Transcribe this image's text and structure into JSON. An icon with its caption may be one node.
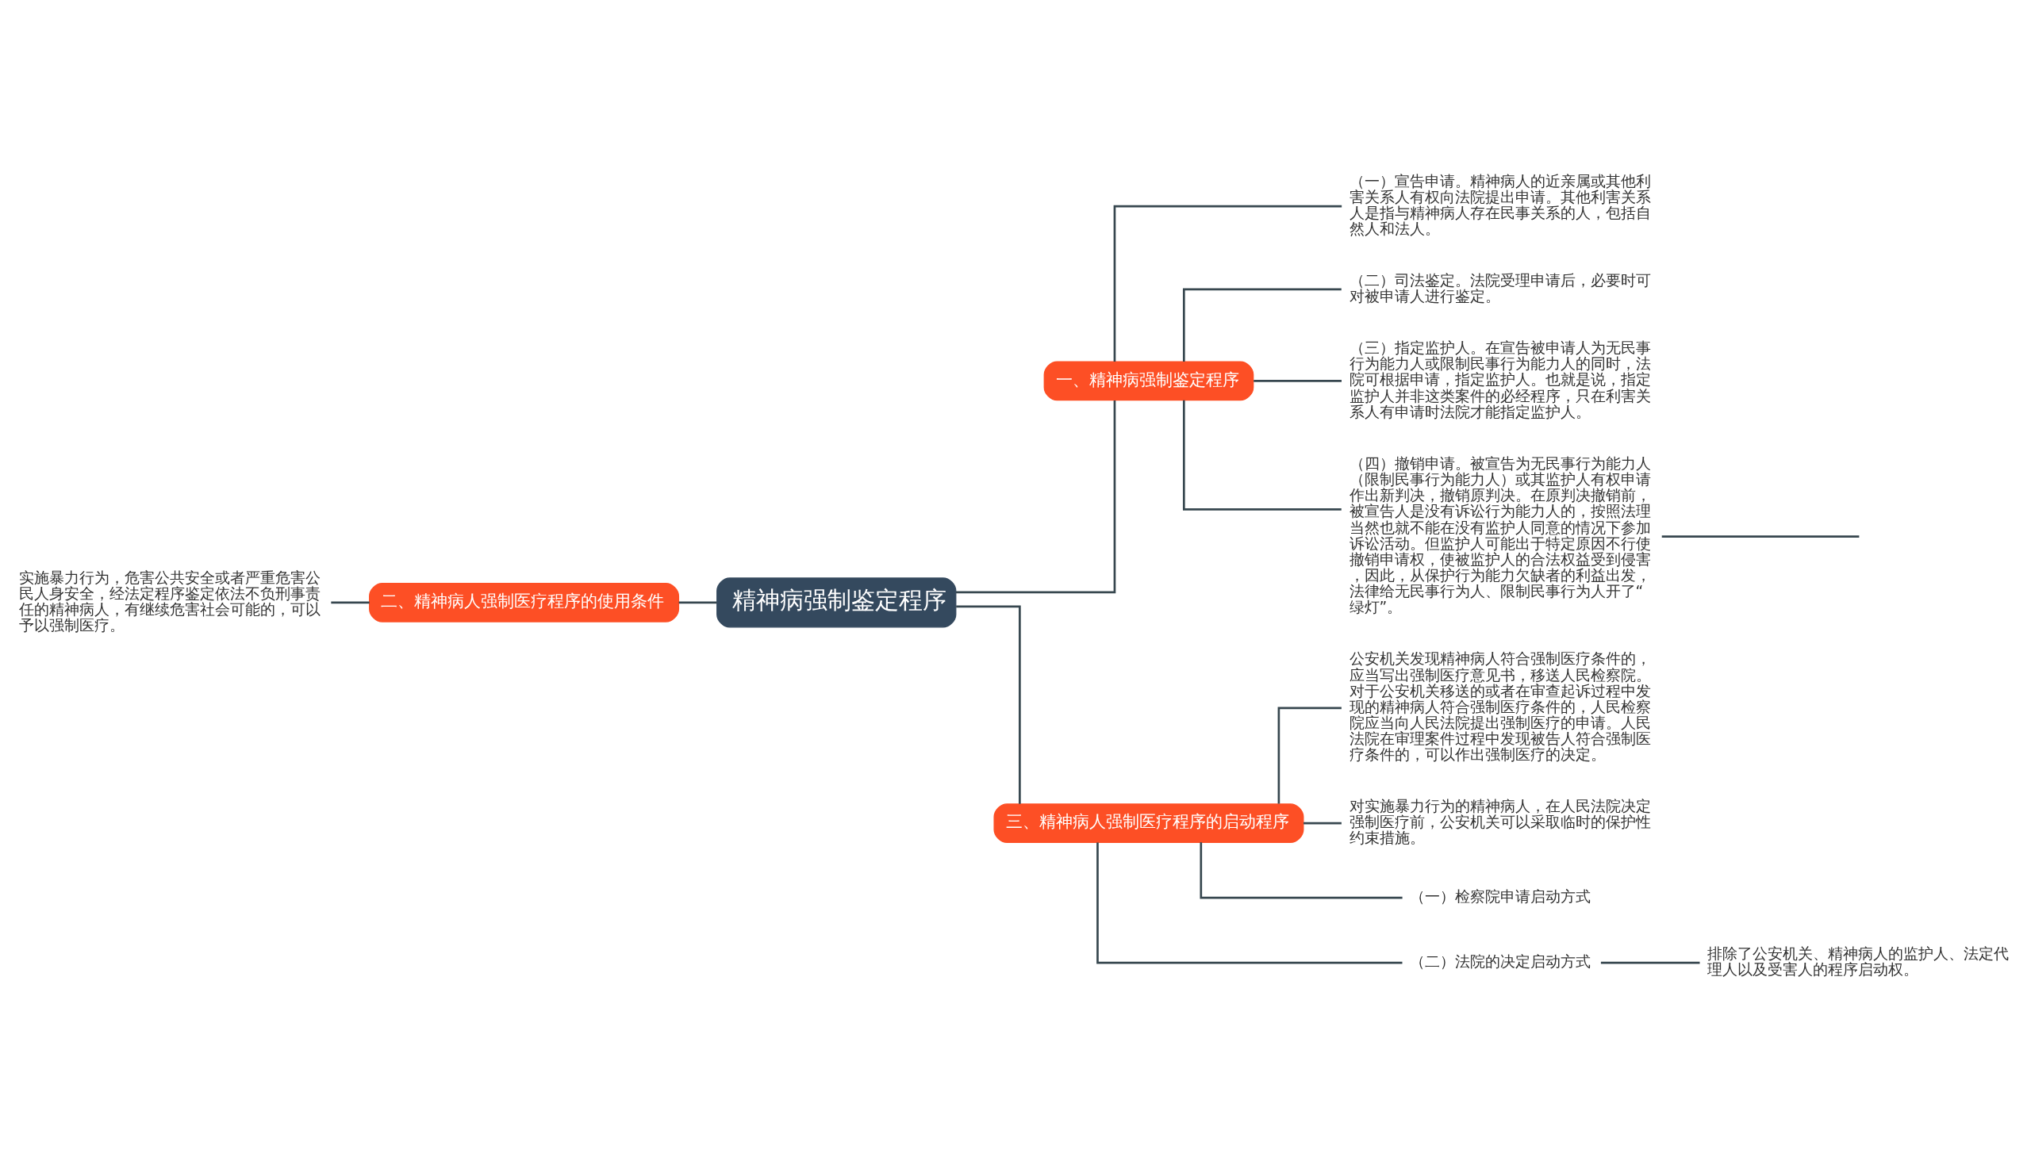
{
  "diagram": {
    "nodes": [
      {
        "text": [
          "精神病强制鉴定程序"
        ]
      },
      {
        "text": [
          "一、精神病强制鉴定程序"
        ]
      },
      {
        "text": [
          "（一）宣告申请。精神病人的近亲属或其他利害关系人有权向法院提出申请。其他利害关系人是指与精神病人存在民事关系的人，包括自然人和法人。"
        ]
      },
      {
        "text": [
          "（二）司法鉴定。法院受理申请后，必要时可对被申请人进行鉴定。"
        ]
      },
      {
        "text": [
          "（三）指定监护人。在宣告被申请人为无民事行为能力人或限制民事行为能力人的同时，法院可根据申请，指定监护人。也就是说，指定监护人并非这类案件的必经程序，只在利害关系人有申请时法院才能指定监护人。"
        ]
      },
      {
        "text": [
          "（四）撤销申请。被宣告为无民事行为能力人（限制民事行为能力人）或其监护人有权申请作出新判决，撤销原判决。在原判决撤销前，被宣告人是没有诉讼行为能力人的，按照法理当然也就不能在没有监护人同意的情况下参加诉讼活动。但监护人可能出于特定原因不行使撤销申请权，使被监护人的合法权益受到侵害，因此，从保护行为能力欠缺者的利益出发，法律给无民事行为人、限制民事行为人开了“绿灯”。"
        ]
      },
      {
        "text": [
          "二、精神病人强制医疗程序的使用条件"
        ]
      },
      {
        "text": [
          "实施暴力行为，危害公共安全或者严重危害公民人身安全，经法定程序鉴定依法不负刑事责任的精神病人，有继续危害社会可能的，可以予以强制医疗。"
        ]
      },
      {
        "text": [
          "三、精神病人强制医疗程序的启动程序"
        ]
      },
      {
        "text": [
          "公安机关发现精神病人符合强制医疗条件的，应当写出强制医疗意见书，移送人民检察院。对于公安机关移送的或者在审查起诉过程中发现的精神病人符合强制医疗条件的，人民检察院应当向人民法院提出强制医疗的申请。人民法院在审理案件过程中发现被告人符合强制医疗条件的，可以作出强制医疗的决定。"
        ]
      },
      {
        "text": [
          "对实施暴力行为的精神病人，在人民法院决定强制医疗前，公安机关可以采取临时的保护性约束措施。"
        ]
      },
      {
        "text": [
          "（一）检察院申请启动方式"
        ]
      },
      {
        "text": [
          "（二）法院的决定启动方式"
        ]
      },
      {
        "text": [
          "排除了公安机关、精神病人的监护人、法定代理人以及受害人的程序启动权。"
        ]
      }
    ],
    "edges": [
      {
        "from": 0,
        "to": 1,
        "arrow": "none"
      },
      {
        "from": 1,
        "to": 2,
        "arrow": "none"
      },
      {
        "from": 1,
        "to": 3,
        "arrow": "none"
      },
      {
        "from": 1,
        "to": 4,
        "arrow": "none"
      },
      {
        "from": 1,
        "to": 5,
        "arrow": "none"
      },
      {
        "from": 5,
        "to": null,
        "arrow": "none"
      },
      {
        "from": 0,
        "to": 6,
        "arrow": "none"
      },
      {
        "from": 6,
        "to": 7,
        "arrow": "none"
      },
      {
        "from": 0,
        "to": 8,
        "arrow": "none"
      },
      {
        "from": 8,
        "to": 9,
        "arrow": "none"
      },
      {
        "from": 8,
        "to": 10,
        "arrow": "none"
      },
      {
        "from": 8,
        "to": 11,
        "arrow": "none"
      },
      {
        "from": 8,
        "to": 12,
        "arrow": "none"
      },
      {
        "from": 12,
        "to": 13,
        "arrow": "none"
      }
    ]
  }
}
